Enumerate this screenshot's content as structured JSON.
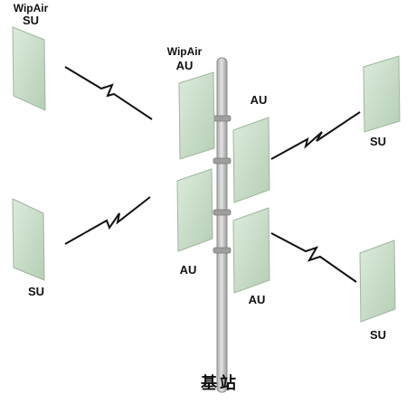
{
  "labels": {
    "su_left_top_brand": "WipAir",
    "su_left_top": "SU",
    "au_brand": "WipAir",
    "au_top_left": "AU",
    "au_top_right": "AU",
    "au_bottom_left": "AU",
    "au_bottom_right": "AU",
    "su_right_top": "SU",
    "su_left_bottom": "SU",
    "su_right_bottom": "SU",
    "base_station": "基站"
  },
  "colors": {
    "panel_fill": "#c8dec8",
    "panel_edge": "#9fb59f",
    "pole_fill": "#c9c9c9",
    "link_line": "#111111"
  }
}
